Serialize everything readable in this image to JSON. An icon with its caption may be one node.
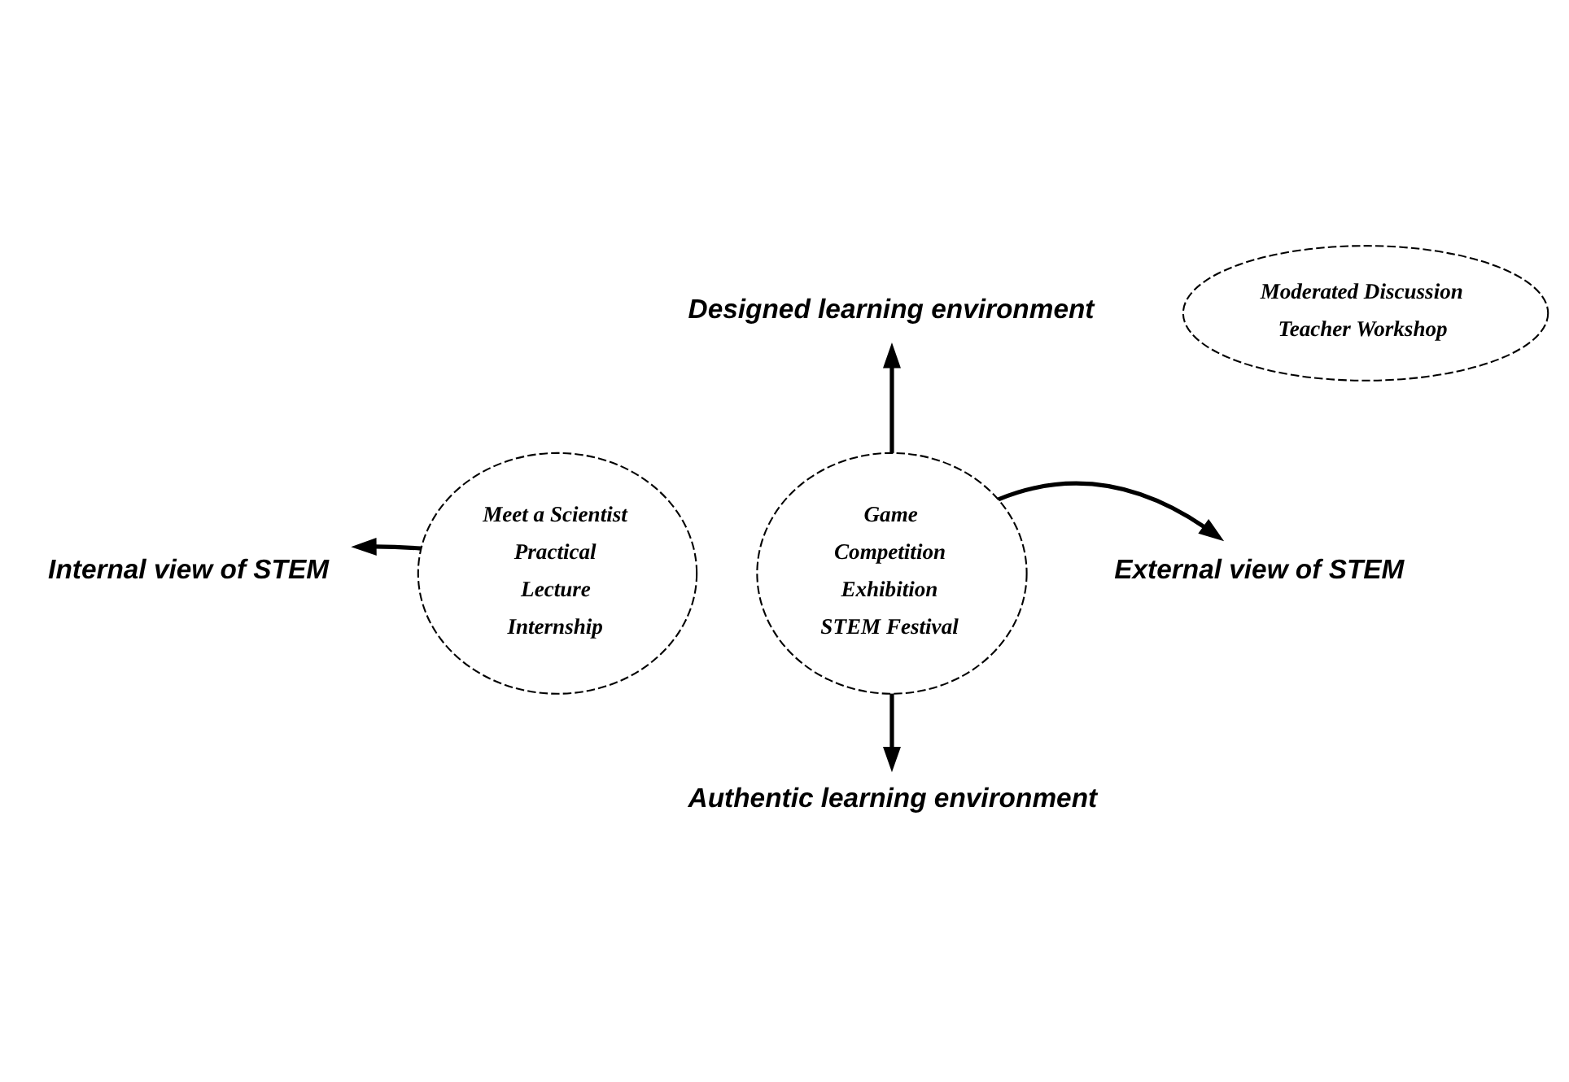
{
  "diagram": {
    "nodes": [
      {
        "text": [
          "Designed learning environment"
        ]
      },
      {
        "text": [
          "Moderated Discussion",
          "Teacher Workshop"
        ]
      },
      {
        "text": [
          "Internal view of STEM"
        ]
      },
      {
        "text": [
          "Meet a Scientist",
          "Practical",
          "Lecture",
          "Internship"
        ]
      },
      {
        "text": [
          "Game",
          "Competition",
          "Exhibition",
          "STEM Festival"
        ]
      },
      {
        "text": [
          "External view of STEM"
        ]
      },
      {
        "text": [
          "Authentic learning environment"
        ]
      }
    ],
    "edges": [
      {
        "from": 4,
        "to": 0,
        "arrow": "to"
      },
      {
        "from": 3,
        "to": 2,
        "arrow": "to"
      },
      {
        "from": 4,
        "to": 5,
        "arrow": "to"
      },
      {
        "from": 4,
        "to": 6,
        "arrow": "to"
      }
    ]
  }
}
